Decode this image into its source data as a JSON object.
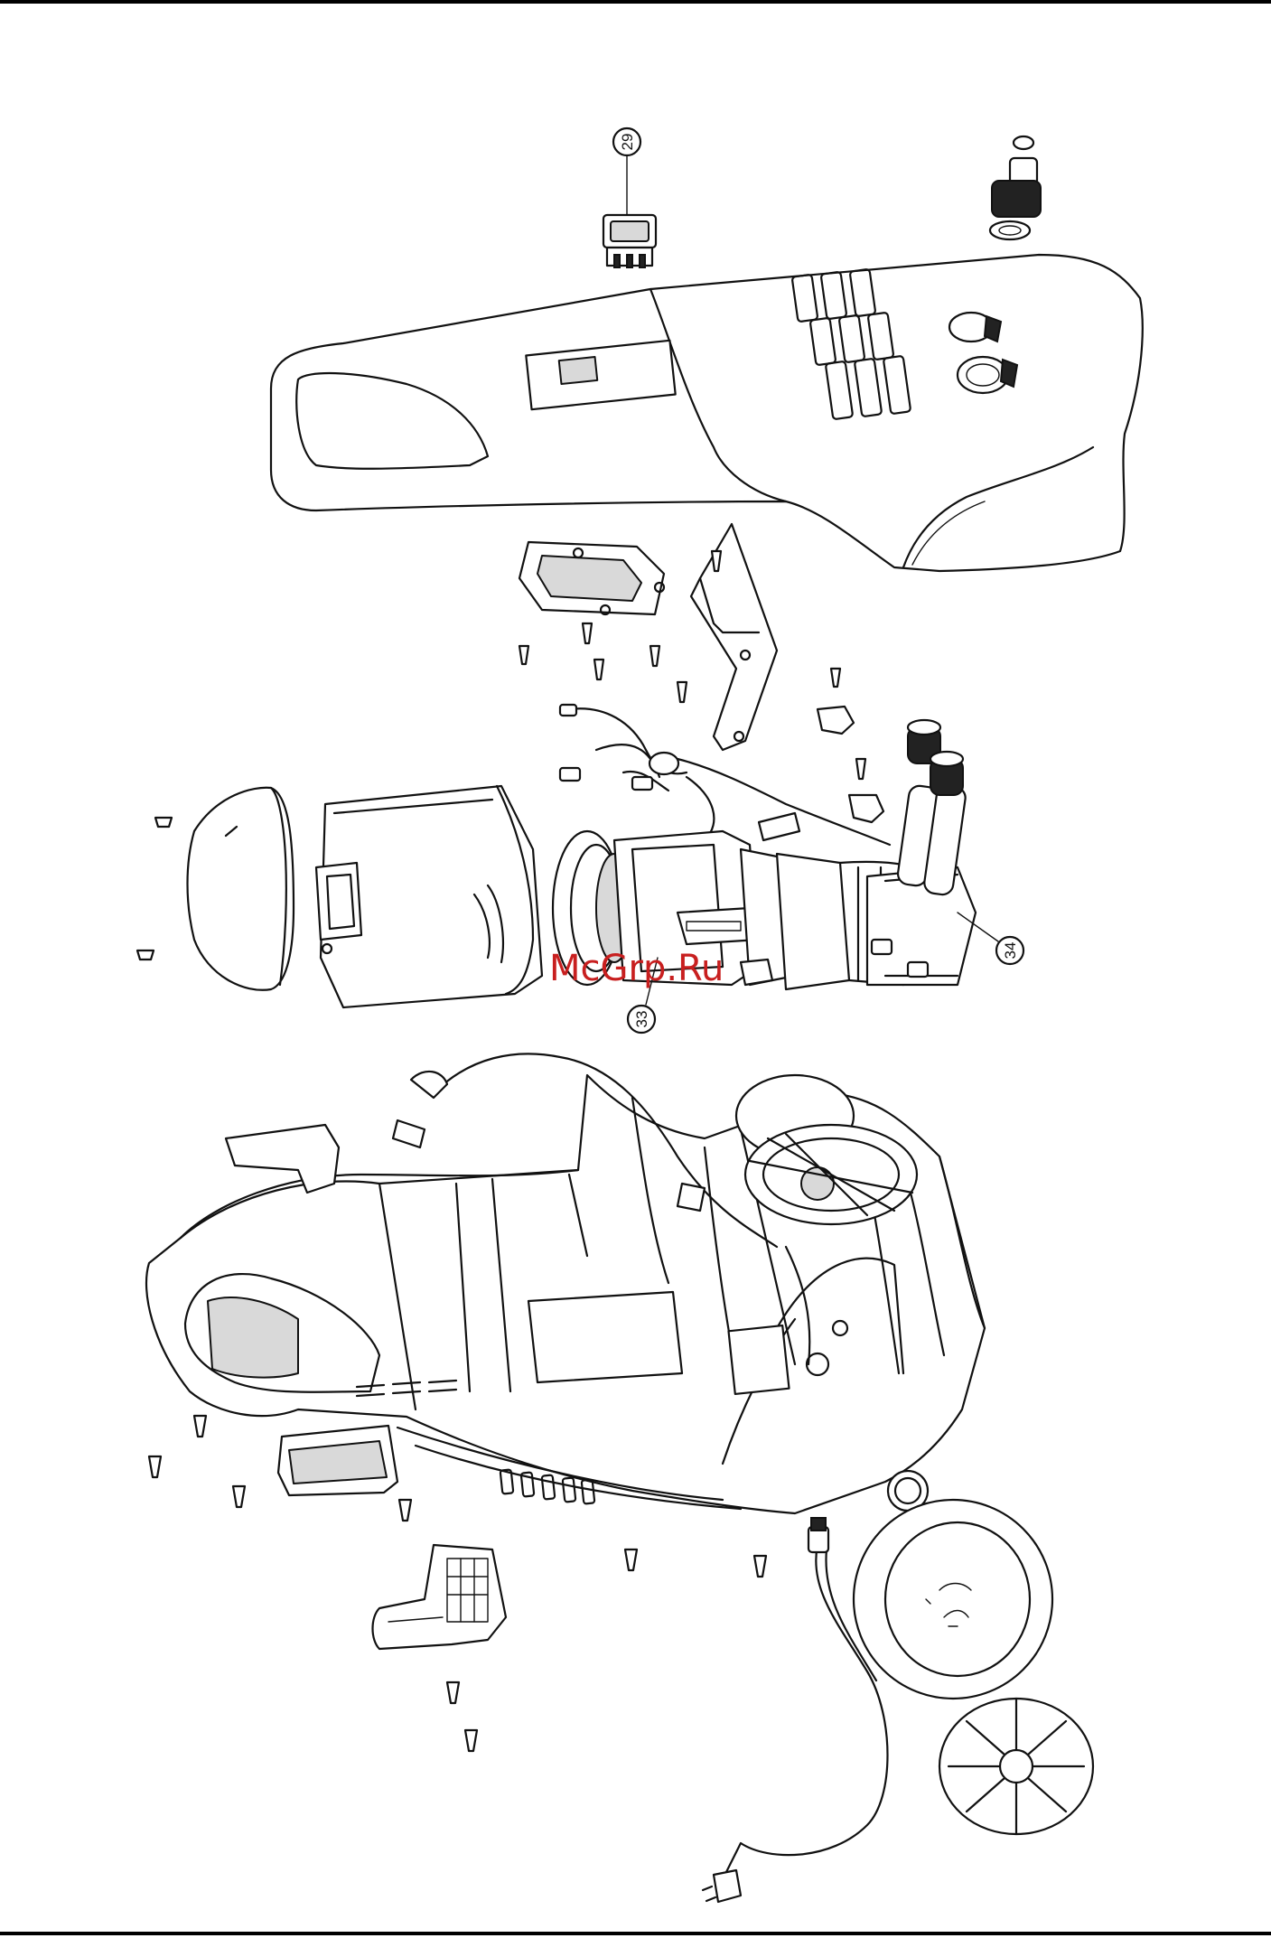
{
  "parts": {
    "switch_label": "29",
    "motor_label": "33",
    "pump_label": "34"
  },
  "watermark": {
    "text": "McGrp.Ru",
    "color": "#c81f1f"
  },
  "colors": {
    "line": "#111111",
    "background": "#ffffff",
    "shade": "#d9d9d9"
  },
  "icons": {
    "switch": "rocker-switch-icon",
    "hose_connector": "hose-connector-icon",
    "plug": "power-plug-icon",
    "screw": "screw-icon",
    "wheel": "wheel-icon"
  }
}
